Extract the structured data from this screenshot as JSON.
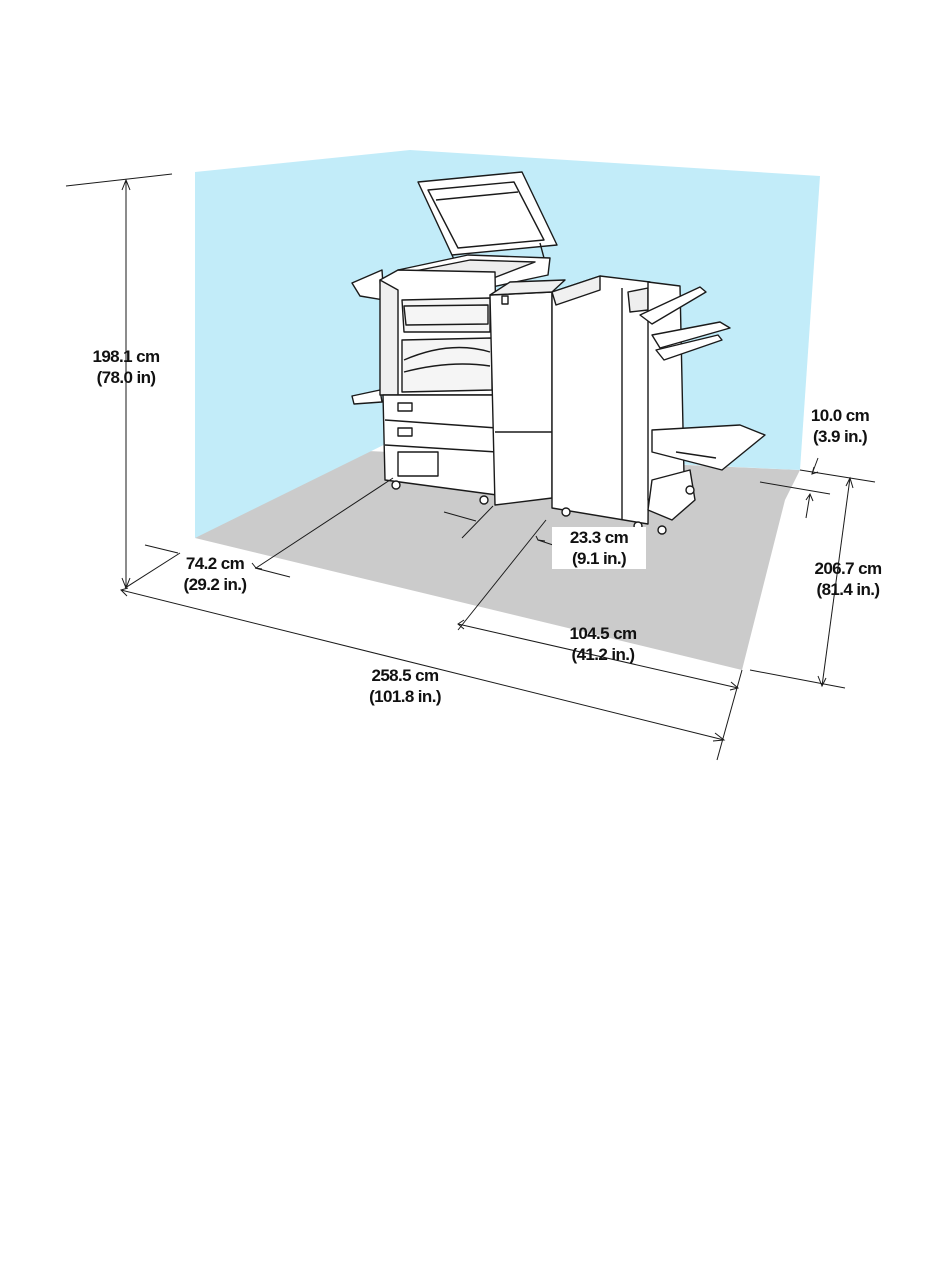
{
  "colors": {
    "wall": "#c2ecf9",
    "wall_edge": "#a8e2f5",
    "floor": "#cbcbcb",
    "line": "#1a1a1a",
    "printer_fill": "#ffffff"
  },
  "dimensions": {
    "height": {
      "metric": "198.1 cm",
      "imperial": "(78.0 in)"
    },
    "front_clearance": {
      "metric": "74.2 cm",
      "imperial": "(29.2 in.)"
    },
    "total_width": {
      "metric": "258.5 cm",
      "imperial": "(101.8 in.)"
    },
    "side_gap": {
      "metric": "23.3 cm",
      "imperial": "(9.1 in.)"
    },
    "finisher_width": {
      "metric": "104.5 cm",
      "imperial": "(41.2 in.)"
    },
    "rear_clearance": {
      "metric": "10.0 cm",
      "imperial": "(3.9 in.)"
    },
    "total_depth": {
      "metric": "206.7 cm",
      "imperial": "(81.4 in.)"
    }
  }
}
